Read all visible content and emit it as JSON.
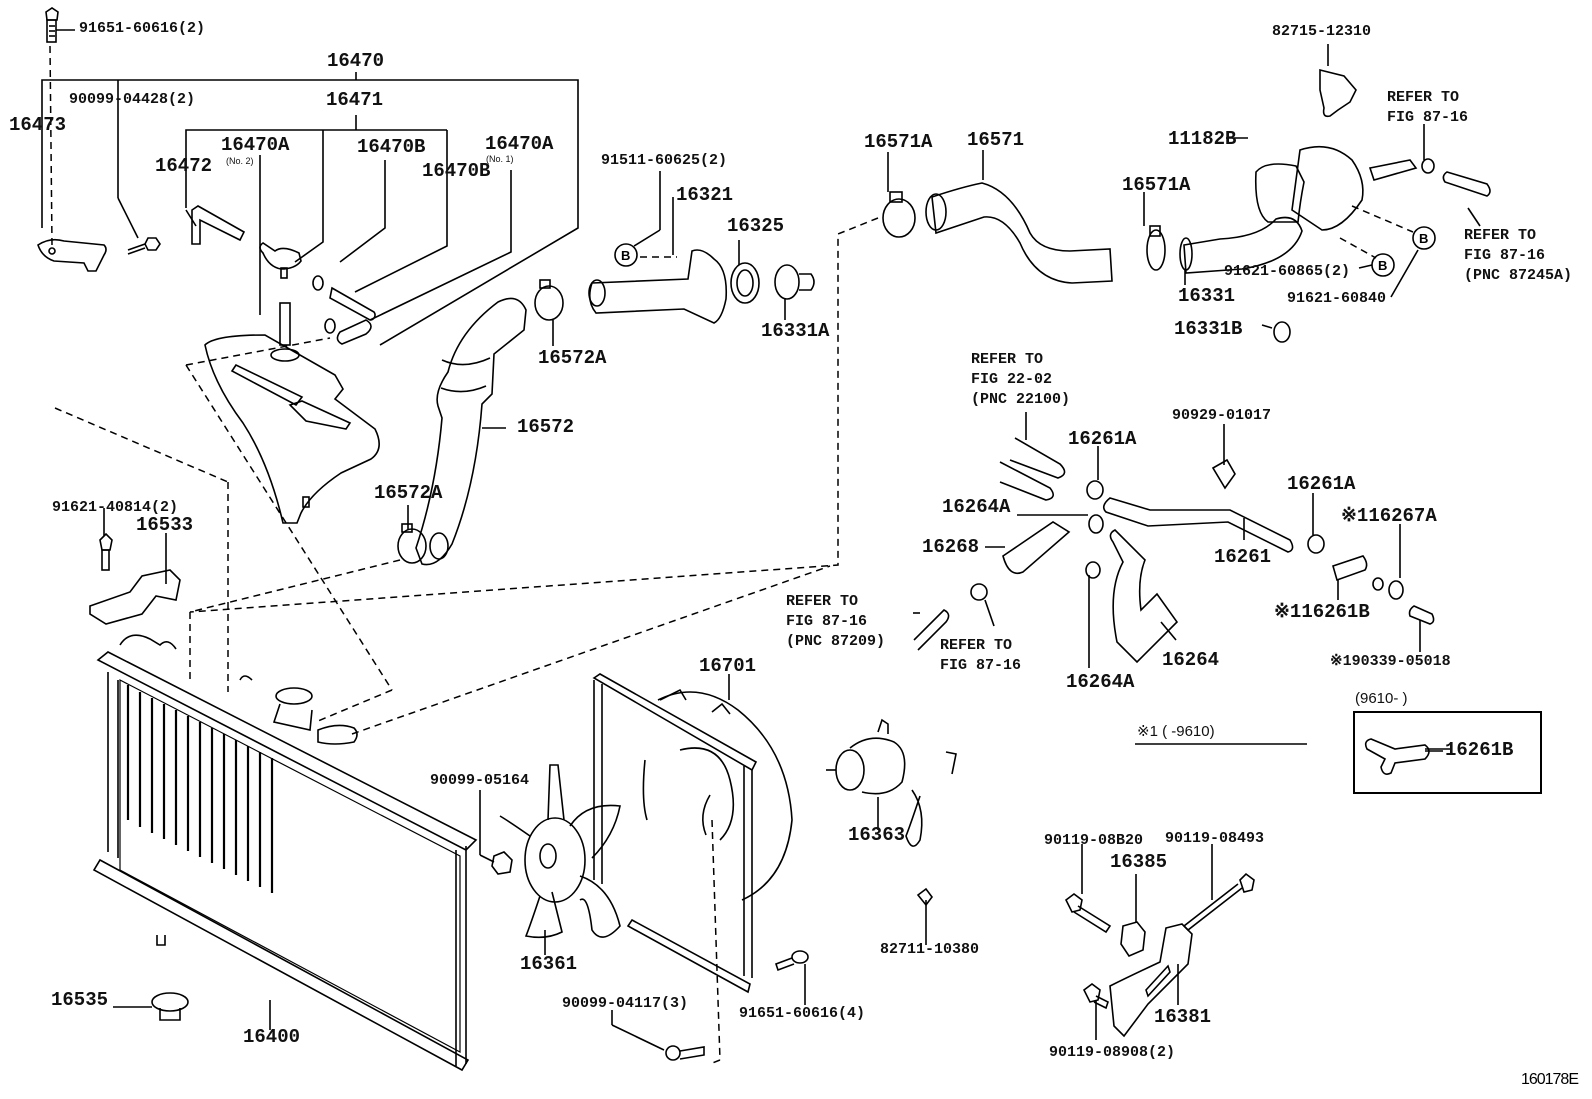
{
  "diagram": {
    "type": "exploded-parts-diagram",
    "subject": "Radiator & water outlet / cooling fan assembly",
    "figure_id": "160178E",
    "labels": {
      "p91651_60616_2": "91651-60616(2)",
      "p16470": "16470",
      "p16471": "16471",
      "p16473": "16473",
      "p90099_04428_2": "90099-04428(2)",
      "p16472": "16472",
      "p16470A_no2": "16470A",
      "no2": "(No. 2)",
      "p16470B_1": "16470B",
      "p16470B_2": "16470B",
      "p16470A_no1": "16470A",
      "no1": "(No. 1)",
      "p91511_60625_2": "91511-60625(2)",
      "p16321": "16321",
      "p16325": "16325",
      "p16331A": "16331A",
      "p16572A_top": "16572A",
      "p16572": "16572",
      "p16572A_bottom": "16572A",
      "p16571A_left": "16571A",
      "p16571": "16571",
      "p16571A_right": "16571A",
      "p82715_12310": "82715-12310",
      "p11182B": "11182B",
      "p16331": "16331",
      "p16331B": "16331B",
      "p91621_60865_2": "91621-60865(2)",
      "p91621_60840": "91621-60840",
      "refer_87_16_top": "REFER TO\nFIG 87-16",
      "refer_87_16_pnc87245a": "REFER TO\nFIG 87-16\n(PNC 87245A)",
      "refer_22_02": "REFER TO\nFIG 22-02\n(PNC 22100)",
      "p16261A_left": "16261A",
      "p90929_01017": "90929-01017",
      "p16264A_top": "16264A",
      "p16268": "16268",
      "p16261": "16261",
      "p16261A_right": "16261A",
      "p16267A": "※116267A",
      "p16261B": "※116261B",
      "p90339_05018": "※190339-05018",
      "refer_87_16_pnc87209": "REFER TO\nFIG 87-16\n(PNC 87209)",
      "refer_87_16_mid": "REFER TO\nFIG 87-16",
      "p16264A_bottom": "16264A",
      "p16264": "16264",
      "note_serial": "※1 (      -9610)",
      "inset_title": "(9610-      )",
      "inset_part": "16261B",
      "p91621_40814_2": "91621-40814(2)",
      "p16533": "16533",
      "p16701": "16701",
      "p90099_05164": "90099-05164",
      "p16363": "16363",
      "p16361": "16361",
      "p82711_10380": "82711-10380",
      "p90119_08B20": "90119-08B20",
      "p16385": "16385",
      "p90119_08493": "90119-08493",
      "p16381": "16381",
      "p90119_08908_2": "90119-08908(2)",
      "p16535": "16535",
      "p16400": "16400",
      "p90099_04117_3": "90099-04117(3)",
      "p91651_60616_4": "91651-60616(4)",
      "circle_b": "B"
    }
  }
}
